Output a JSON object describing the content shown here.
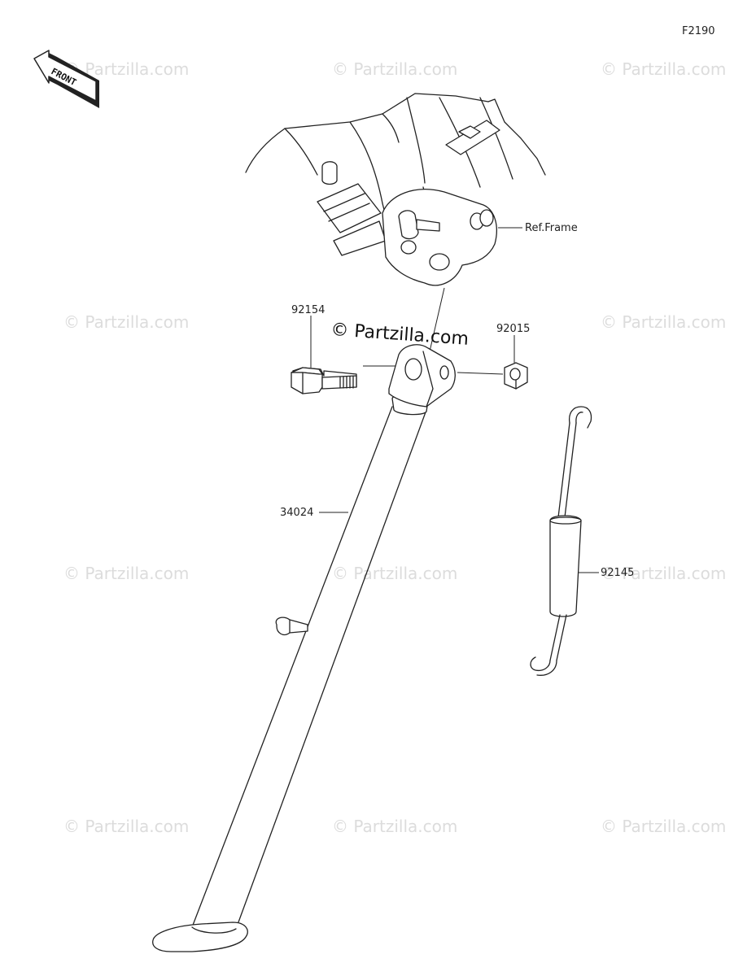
{
  "figure_code": "F2190",
  "front_badge": "FRONT",
  "watermark_text": "© Partzilla.com",
  "center_watermark": "© Partzilla.com",
  "callouts": {
    "ref_frame": "Ref.Frame",
    "bolt": "92154",
    "nut": "92015",
    "side_stand": "34024",
    "spring": "92145"
  },
  "colors": {
    "line": "#222222",
    "watermark": "#dcdcdc"
  }
}
